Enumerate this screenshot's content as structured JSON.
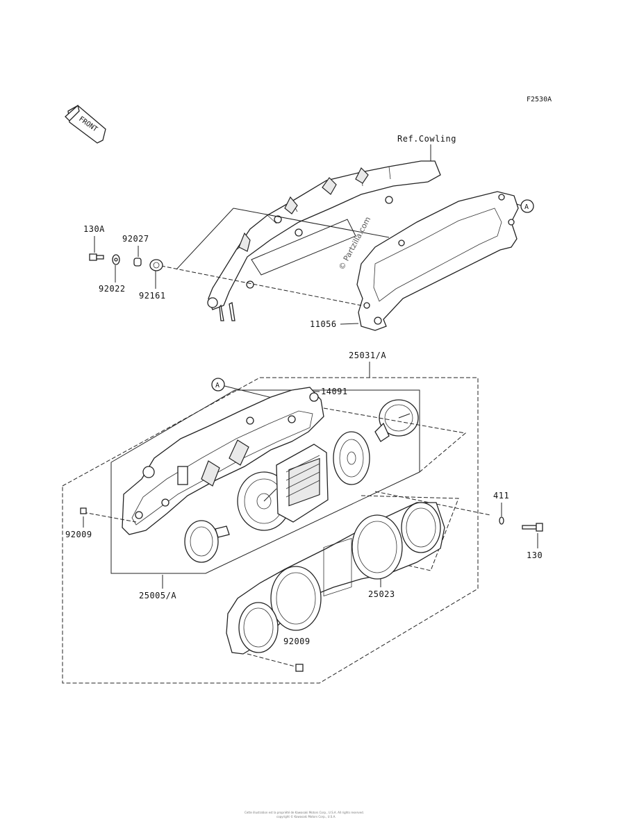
{
  "diagram_code": "F2530A",
  "front_arrow_label": "FRONT",
  "ref_label": "Ref.Cowling",
  "watermark": "© Partzilla.com",
  "callout_marker": "A",
  "footer_lines": [
    "Cette illustration est la propriété de Kawasaki Motors Corp., U.S.A. All rights reserved.",
    "copyright © Kawasaki Motors Corp., U.S.A."
  ],
  "parts": {
    "p130A": "130A",
    "p92027": "92027",
    "p92022": "92022",
    "p92161": "92161",
    "p11056": "11056",
    "p25031A": "25031/A",
    "p14091": "14091",
    "p92009_left": "92009",
    "p411": "411",
    "p130": "130",
    "p25005A": "25005/A",
    "p25023": "25023",
    "p92009_bottom": "92009"
  }
}
